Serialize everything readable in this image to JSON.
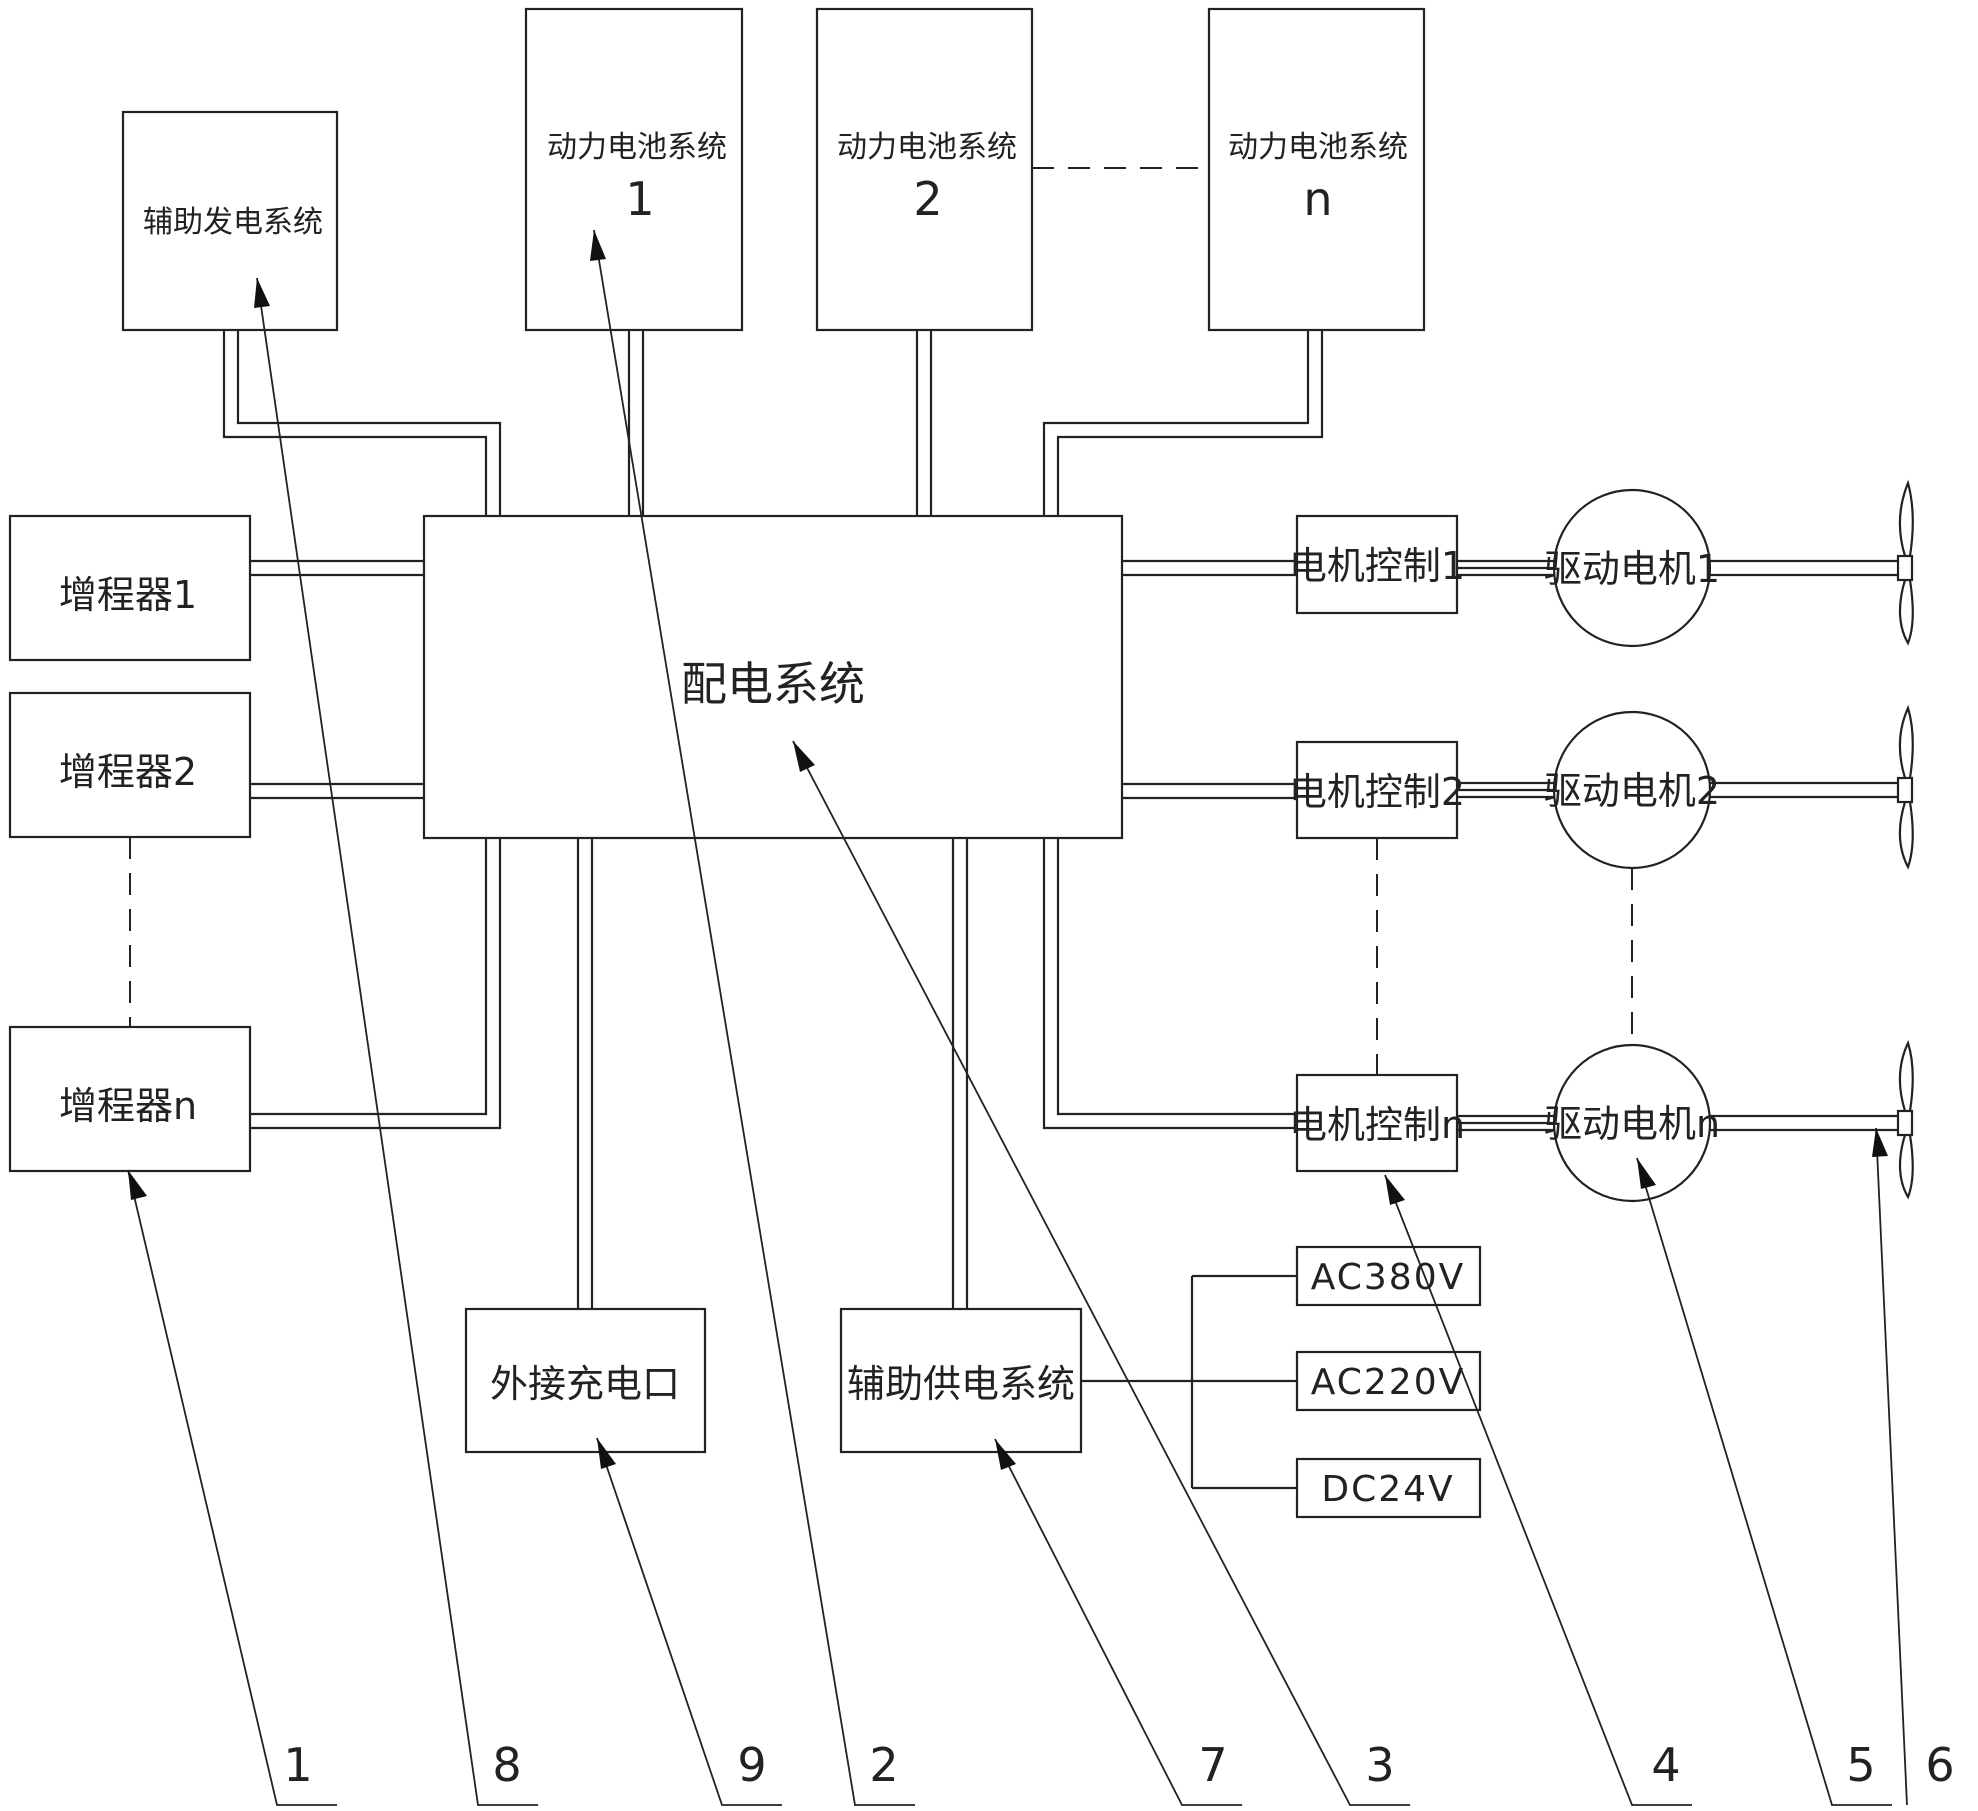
{
  "blocks": {
    "aux_gen": "辅助发电系统",
    "battery_1": {
      "label": "动力电池系统",
      "index": "1"
    },
    "battery_2": {
      "label": "动力电池系统",
      "index": "2"
    },
    "battery_n": {
      "label": "动力电池系统",
      "index": "n"
    },
    "range_ext_1": "增程器1",
    "range_ext_2": "增程器2",
    "range_ext_n": "增程器n",
    "distribution": "配电系统",
    "motor_ctrl_1": "电机控制1",
    "motor_ctrl_2": "电机控制2",
    "motor_ctrl_n": "电机控制n",
    "drive_motor_1": "驱动电机1",
    "drive_motor_2": "驱动电机2",
    "drive_motor_n": "驱动电机n",
    "ext_charge": "外接充电口",
    "aux_supply": "辅助供电系统",
    "ac380": "AC380V",
    "ac220": "AC220V",
    "dc24": "DC24V"
  },
  "reference_labels": [
    "1",
    "8",
    "9",
    "2",
    "7",
    "3",
    "4",
    "5",
    "6"
  ]
}
